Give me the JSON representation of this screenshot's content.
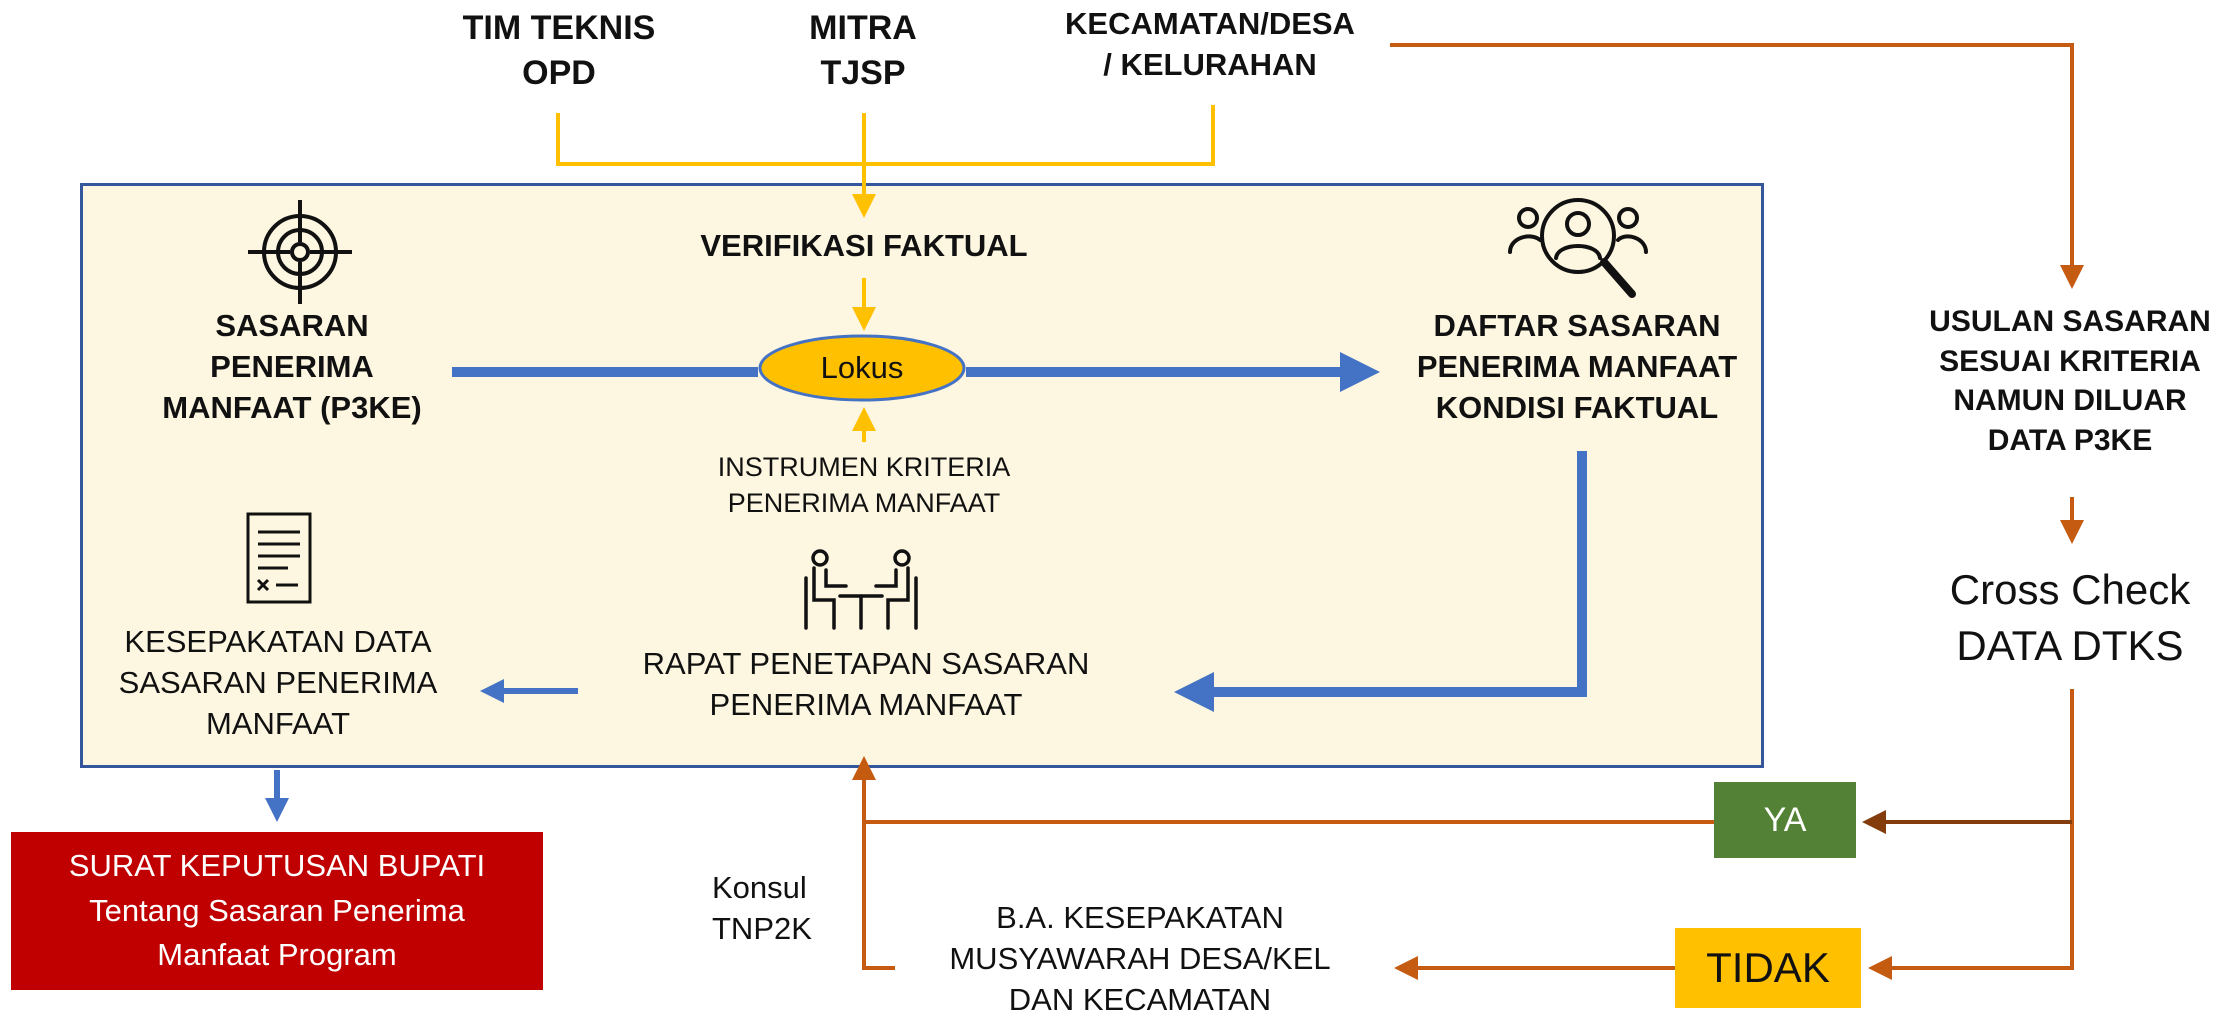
{
  "top_sources": {
    "tim_teknis": "TIM TEKNIS\nOPD",
    "mitra": "MITRA\nTJSP",
    "kecamatan": "KECAMATAN/DESA\n/ KELURAHAN"
  },
  "panel": {
    "verifikasi": "VERIFIKASI FAKTUAL",
    "lokus": "Lokus",
    "sasaran": "SASARAN\nPENERIMA\nMANFAAT (P3KE)",
    "daftar": "DAFTAR SASARAN\nPENERIMA MANFAAT\nKONDISI FAKTUAL",
    "instrumen": "INSTRUMEN KRITERIA\nPENERIMA MANFAAT",
    "rapat": "RAPAT PENETAPAN SASARAN\nPENERIMA MANFAAT",
    "kesepakatan": "KESEPAKATAN DATA\nSASARAN PENERIMA\nMANFAAT"
  },
  "surat": "SURAT KEPUTUSAN BUPATI\nTentang  Sasaran Penerima\nManfaat Program",
  "right": {
    "usulan": "USULAN SASARAN\nSESUAI KRITERIA\nNAMUN DILUAR\nDATA P3KE",
    "cross_check": "Cross Check\nDATA DTKS",
    "ya": "YA",
    "tidak": "TIDAK"
  },
  "bottom": {
    "konsul": "Konsul\nTNP2K",
    "ba": "B.A. KESEPAKATAN\nMUSYAWARAH DESA/KEL\nDAN KECAMATAN"
  },
  "colors": {
    "panel_bg": "#fdf6e0",
    "panel_border": "#34569b",
    "blue_arrow": "#4472c4",
    "yellow_arrow": "#ffc000",
    "orange_arrow": "#c55a11",
    "surat_box": "#c00000",
    "ya_box": "#538135",
    "tidak_box": "#ffc000"
  },
  "icons": [
    "target-icon",
    "people-search-icon",
    "document-icon",
    "meeting-icon"
  ]
}
